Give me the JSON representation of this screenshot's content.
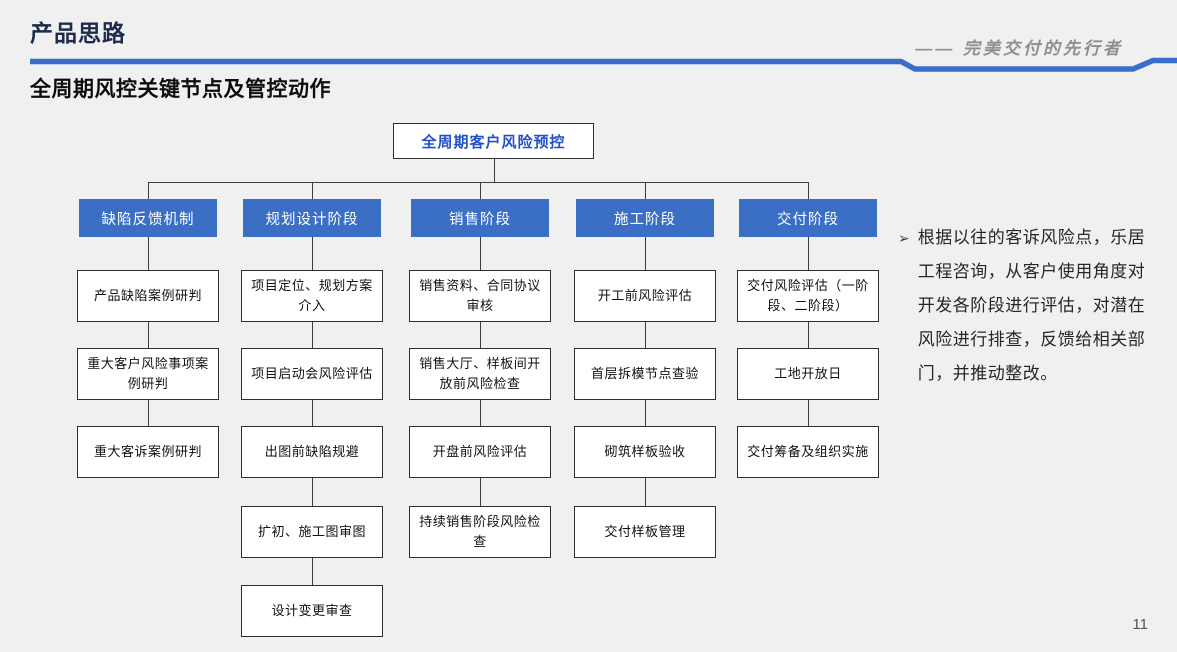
{
  "header": {
    "title": "产品思路",
    "slogan": "—— 完美交付的先行者"
  },
  "subtitle": "全周期风控关键节点及管控动作",
  "flowchart": {
    "root": "全周期客户风险预控",
    "columns": [
      {
        "header": "缺陷反馈机制",
        "boxes": [
          "产品缺陷案例研判",
          "重大客户风险事项案例研判",
          "重大客诉案例研判"
        ]
      },
      {
        "header": "规划设计阶段",
        "boxes": [
          "项目定位、规划方案介入",
          "项目启动会风险评估",
          "出图前缺陷规避",
          "扩初、施工图审图",
          "设计变更审查"
        ]
      },
      {
        "header": "销售阶段",
        "boxes": [
          "销售资料、合同协议审核",
          "销售大厅、样板间开放前风险检查",
          "开盘前风险评估",
          "持续销售阶段风险检查"
        ]
      },
      {
        "header": "施工阶段",
        "boxes": [
          "开工前风险评估",
          "首层拆模节点查验",
          "砌筑样板验收",
          "交付样板管理"
        ]
      },
      {
        "header": "交付阶段",
        "boxes": [
          "交付风险评估（一阶段、二阶段）",
          "工地开放日",
          "交付筹备及组织实施"
        ]
      }
    ]
  },
  "note": {
    "bullet": "➢",
    "text": "根据以往的客诉风险点，乐居工程咨询，从客户使用角度对开发各阶段进行评估，对潜在风险进行排查，反馈给相关部门，并推动整改。"
  },
  "page_number": "11",
  "colors": {
    "accent_blue": "#3a6fc9",
    "stage_box_blue": "#3a6fc5",
    "root_text_blue": "#2351c8",
    "title_navy": "#1e2b4d",
    "background": "#f0f0f1"
  }
}
